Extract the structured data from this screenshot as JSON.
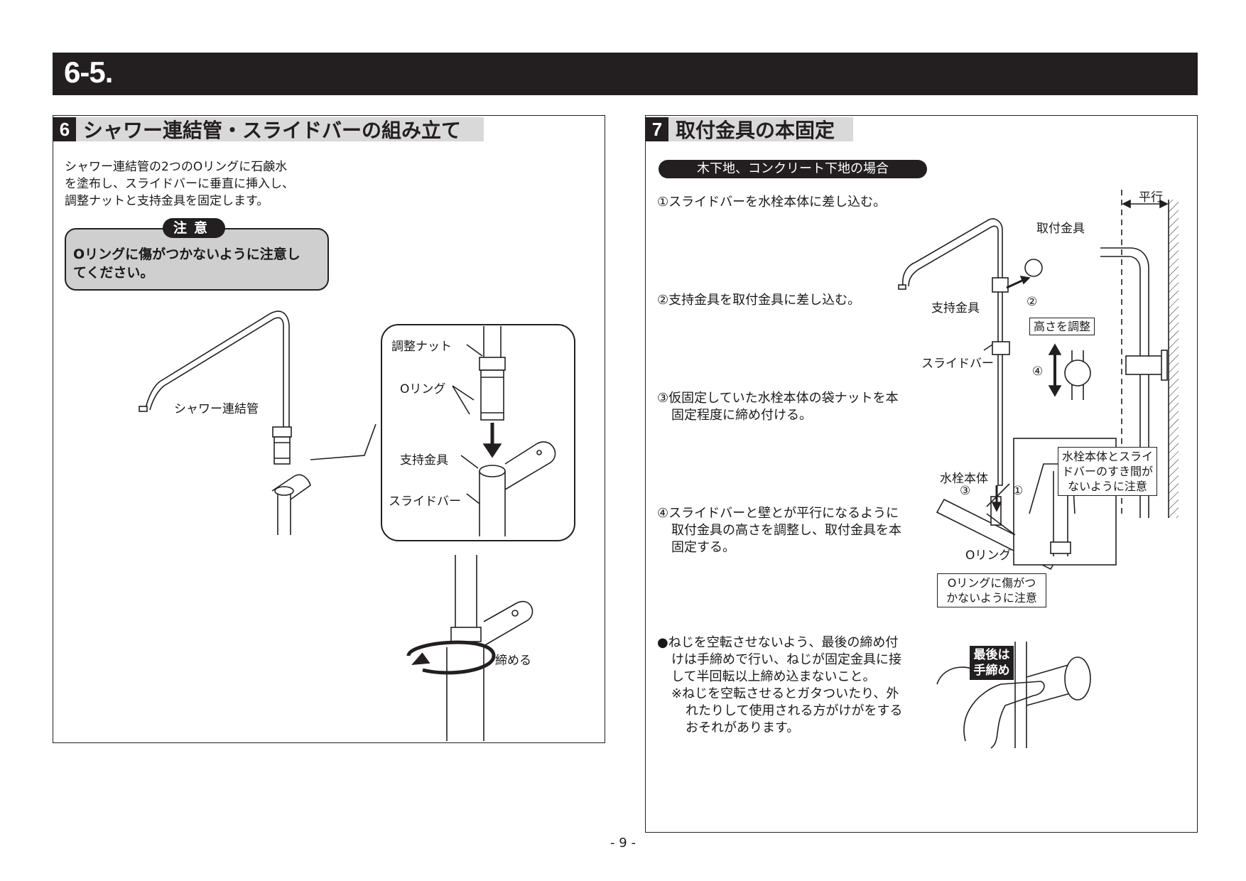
{
  "header": {
    "section_number": "6-5."
  },
  "section6": {
    "number": "6",
    "title": "シャワー連結管・スライドバーの組み立て",
    "instructions": [
      "シャワー連結管の2つのOリングに石鹸水",
      "を塗布し、スライドバーに垂直に挿入し、",
      "調整ナットと支持金具を固定します。"
    ],
    "caution_label": "注意",
    "caution_text": [
      "Oリングに傷がつかないように注意し",
      "てください。"
    ],
    "labels": {
      "shower_pipe": "シャワー連結管",
      "adjust_nut": "調整ナット",
      "o_ring": "Oリング",
      "support_bracket": "支持金具",
      "slide_bar": "スライドバー",
      "tighten": "締める"
    }
  },
  "section7": {
    "number": "7",
    "title": "取付金具の本固定",
    "subtitle": "木下地、コンクリート下地の場合",
    "steps": [
      [
        "①スライドバーを水栓本体に差し込む。"
      ],
      [
        "②支持金具を取付金具に差し込む。"
      ],
      [
        "③仮固定していた水栓本体の袋ナットを本",
        "固定程度に締め付ける。"
      ],
      [
        "④スライドバーと壁とが平行になるように",
        "取付金具の高さを調整し、取付金具を本",
        "固定する。"
      ]
    ],
    "note": [
      "●ねじを空転させないよう、最後の締め付",
      "けは手締めで行い、ねじが固定金具に接",
      "して半回転以上締め込まないこと。",
      "※ねじを空転させるとガタついたり、外",
      "れたりして使用される方がけがをする",
      "おそれがあります。"
    ],
    "labels": {
      "parallel": "平行",
      "mount_bracket": "取付金具",
      "support_bracket": "支持金具",
      "circle2": "②",
      "adjust_height": "高さを調整",
      "slide_bar": "スライドバー",
      "circle4": "④",
      "faucet_body": "水栓本体",
      "circle3": "③",
      "circle1": "①",
      "o_ring": "Oリング",
      "gap_note": [
        "水栓本体とスライ",
        "ドバーのすき間が",
        "ないように注意"
      ],
      "oring_note": [
        "Oリングに傷がつ",
        "かないように注意"
      ],
      "hand_tighten": [
        "最後は",
        "手締め"
      ]
    }
  },
  "footer": {
    "page_number": "- 9 -"
  }
}
